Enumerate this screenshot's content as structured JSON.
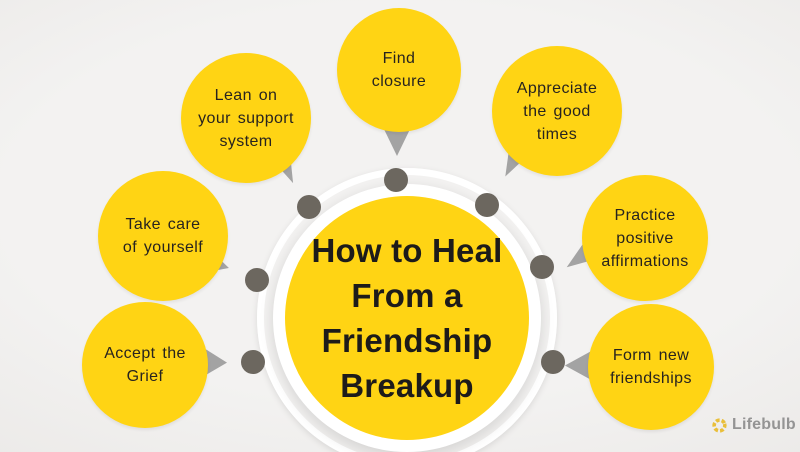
{
  "colors": {
    "background": "#f3f2f1",
    "bubble": "#ffd414",
    "title_text": "#1d1b1a",
    "label_text": "#27231f",
    "dot": "#6c675f",
    "tail": "#a3a3a3",
    "ring": "#ffffff",
    "logo_text": "#949494",
    "logo_icon": "#e9bf3a"
  },
  "center": {
    "title": "How to Heal\nFrom a\nFriendship\nBreakup"
  },
  "bubbles": [
    {
      "id": "find-closure",
      "label": "Find\nclosure"
    },
    {
      "id": "lean-on-your-support-system",
      "label": "Lean on\nyour support\nsystem"
    },
    {
      "id": "appreciate-the-good-times",
      "label": "Appreciate\nthe good\ntimes"
    },
    {
      "id": "take-care-of-yourself",
      "label": "Take care\nof yourself"
    },
    {
      "id": "practice-positive-affirmations",
      "label": "Practice\npositive\naffirmations"
    },
    {
      "id": "accept-the-grief",
      "label": "Accept the\nGrief"
    },
    {
      "id": "form-new-friendships",
      "label": "Form new\nfriendships"
    }
  ],
  "logo": {
    "text": "Lifebulb",
    "icon": "sunburst-icon"
  }
}
